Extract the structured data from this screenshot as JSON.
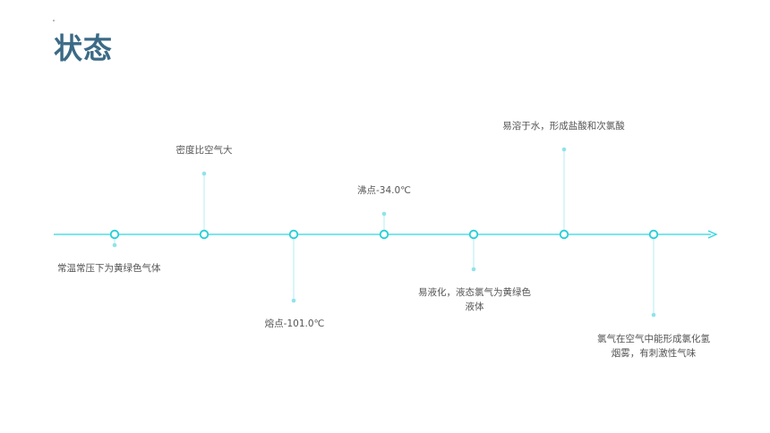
{
  "title": "状态",
  "colors": {
    "title": "#3b6a86",
    "line": "#2fd6e0",
    "node": "#22cfd6",
    "connector": "#b6eef2",
    "tip_dot": "#8fe3ea",
    "text": "#555555"
  },
  "events": [
    {
      "label": "常温常压下为黄绿色气体",
      "position": "below"
    },
    {
      "label": "密度比空气大",
      "position": "above"
    },
    {
      "label": "熔点-101.0℃",
      "position": "below"
    },
    {
      "label": "沸点-34.0℃",
      "position": "above"
    },
    {
      "label": "易液化，液态氯气为黄绿色液体",
      "position": "below"
    },
    {
      "label": "易溶于水，形成盐酸和次氯酸",
      "position": "above"
    },
    {
      "label": "氯气在空气中能形成氯化氢烟雾，有刺激性气味",
      "position": "below"
    }
  ]
}
